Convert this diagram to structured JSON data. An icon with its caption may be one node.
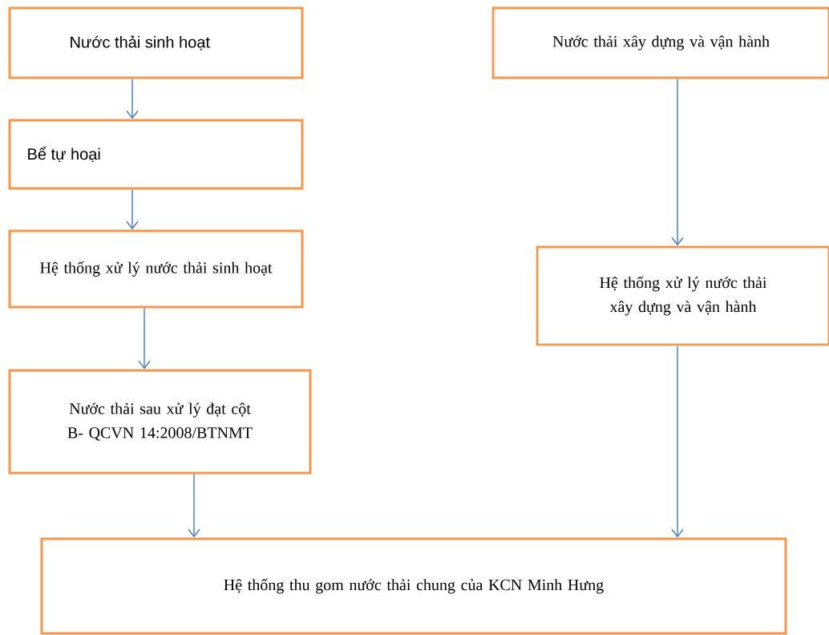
{
  "diagram": {
    "nodes": [
      {
        "text": [
          "Nước thải sinh hoạt"
        ]
      },
      {
        "text": [
          "Bể tự hoại"
        ]
      },
      {
        "text": [
          "Hệ thống xử lý nước thải sinh hoạt"
        ]
      },
      {
        "text": [
          "Nước thải sau xử lý đạt cột B- QCVN 14:2008/BTNMT"
        ]
      },
      {
        "text": [
          "Nước thải xây dựng và vận hành"
        ]
      },
      {
        "text": [
          "Hệ thống xử lý nước thải xây dựng và vận hành"
        ]
      },
      {
        "text": [
          "Hệ thống thu gom nước thải chung của KCN Minh Hưng"
        ]
      }
    ],
    "edges": [
      {
        "from": 0,
        "to": 1,
        "arrow": "to"
      },
      {
        "from": 1,
        "to": 2,
        "arrow": "to"
      },
      {
        "from": 2,
        "to": 3,
        "arrow": "to"
      },
      {
        "from": 3,
        "to": 6,
        "arrow": "to"
      },
      {
        "from": 4,
        "to": 5,
        "arrow": "to"
      },
      {
        "from": 5,
        "to": 6,
        "arrow": "to"
      }
    ]
  }
}
